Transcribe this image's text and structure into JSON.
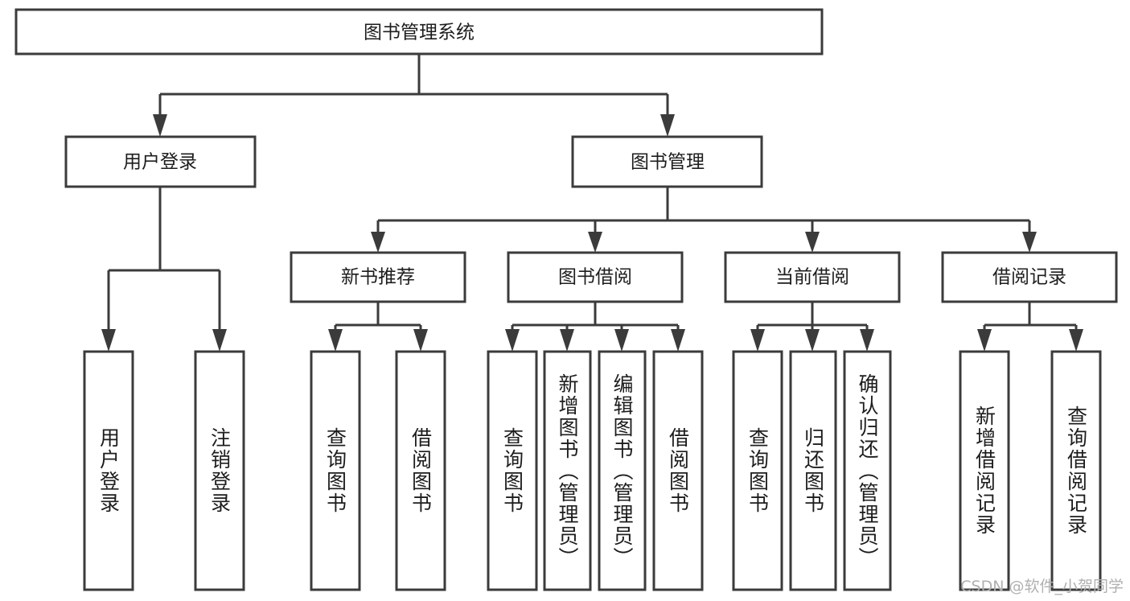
{
  "diagram": {
    "type": "tree",
    "title": "图书管理系统",
    "orientation": "top-down",
    "colors": {
      "box_stroke": "#3b3b3b",
      "box_fill": "#ffffff",
      "connector": "#3b3b3b",
      "text": "#1d1d1d",
      "watermark": "#b0b0b0"
    },
    "root": {
      "label": "图书管理系统"
    },
    "level2": [
      {
        "label": "用户登录"
      },
      {
        "label": "图书管理"
      }
    ],
    "level3": [
      {
        "label": "新书推荐"
      },
      {
        "label": "图书借阅"
      },
      {
        "label": "当前借阅"
      },
      {
        "label": "借阅记录"
      }
    ],
    "leaves": {
      "user_login": [
        {
          "label": "用户登录"
        },
        {
          "label": "注销登录"
        }
      ],
      "new_book_recommend": [
        {
          "label": "查询图书"
        },
        {
          "label": "借阅图书"
        }
      ],
      "book_borrow": [
        {
          "label": "查询图书"
        },
        {
          "label": "新增图书（管理员）"
        },
        {
          "label": "编辑图书（管理员）"
        },
        {
          "label": "借阅图书"
        }
      ],
      "current_borrow": [
        {
          "label": "查询图书"
        },
        {
          "label": "归还图书"
        },
        {
          "label": "确认归还（管理员）"
        }
      ],
      "borrow_records": [
        {
          "label": "新增借阅记录"
        },
        {
          "label": "查询借阅记录"
        }
      ]
    }
  },
  "watermark": {
    "text": "CSDN @软件_小贺同学"
  }
}
